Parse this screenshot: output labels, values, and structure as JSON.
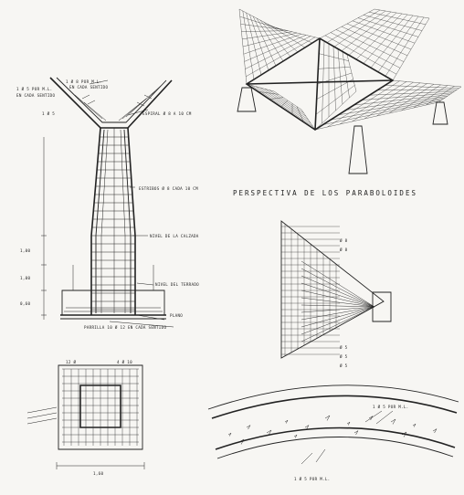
{
  "column_section": {
    "top_note_1": "1 Ø 8 POR M.L.",
    "top_note_2": "EN CADA SENTIDO",
    "left_note_1": "1 Ø 5 POR M.L.",
    "left_note_2": "EN CADA SENTIDO",
    "left_note_3": "1 Ø 5",
    "right_note": "ESPIRAL Ø 8 A 10 CM",
    "stirrups": "ESTRIBOS Ø 8 CADA 10 CM",
    "road_level": "NIVEL DE LA CALZADA",
    "floor_level": "NIVEL DEL TERRADO",
    "base_note": "PLANO",
    "grid_note": "PARRILLA   10 Ø 12 EN CADA SENTIDO",
    "dim_1": "1,00",
    "dim_2": "1,00",
    "dim_3": "0,60"
  },
  "perspective": {
    "caption": "PERSPECTIVA  DE  LOS  PARABOLOIDES"
  },
  "corner_detail": {
    "note_1": "Ø 8",
    "note_2": "Ø 8",
    "note_3": "Ø 5",
    "note_4": "Ø 5",
    "note_5": "Ø 5"
  },
  "footing_plan": {
    "note_1": "12 Ø",
    "note_2": "4 Ø 10",
    "dimension": "1,60"
  },
  "arch_section": {
    "top_note": "1 Ø 5 POR M.L.",
    "bottom_note": "1 Ø 5 POR M.L."
  }
}
